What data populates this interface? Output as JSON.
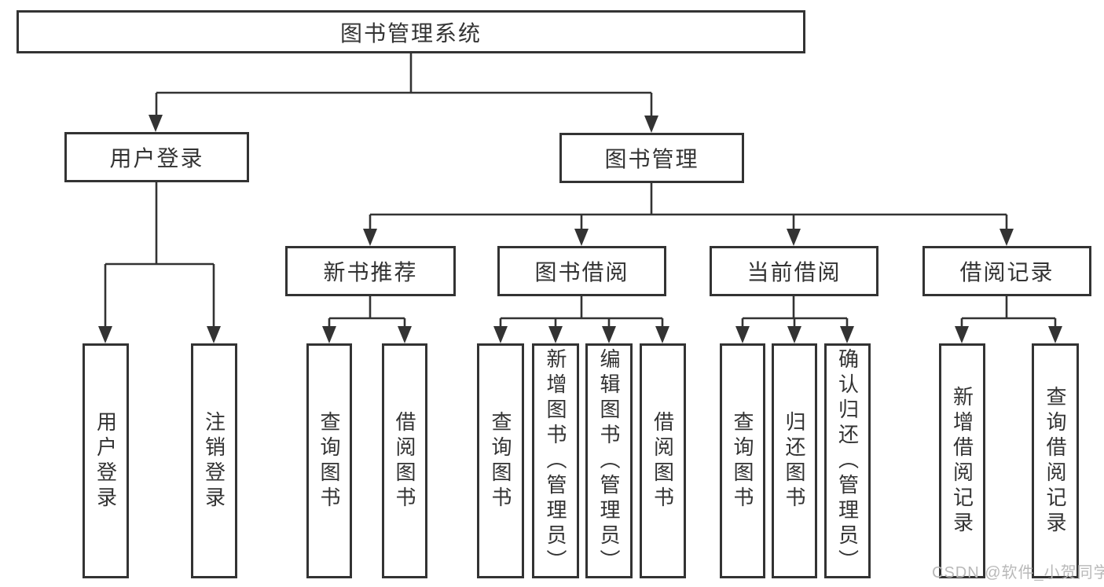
{
  "diagram": {
    "watermark": "CSDN @软件_小贺同学",
    "colors": {
      "line": "#333333",
      "box_border": "#333333",
      "box_background": "#ffffff",
      "text": "#333333",
      "watermark_text": "#b9b9b9"
    },
    "nodes": {
      "root": {
        "label": "图书管理系统"
      },
      "user_login": {
        "label": "用户登录"
      },
      "book_mgmt": {
        "label": "图书管理"
      },
      "new_book_rec": {
        "label": "新书推荐"
      },
      "book_borrow": {
        "label": "图书借阅"
      },
      "current_borrow": {
        "label": "当前借阅"
      },
      "borrow_record": {
        "label": "借阅记录"
      }
    },
    "leaves": [
      {
        "parent": "用户登录",
        "label": "用户登录"
      },
      {
        "parent": "用户登录",
        "label": "注销登录"
      },
      {
        "parent": "新书推荐",
        "label": "查询图书"
      },
      {
        "parent": "新书推荐",
        "label": "借阅图书"
      },
      {
        "parent": "图书借阅",
        "label": "查询图书"
      },
      {
        "parent": "图书借阅",
        "label": "新增图书（管理员）"
      },
      {
        "parent": "图书借阅",
        "label": "编辑图书（管理员）"
      },
      {
        "parent": "图书借阅",
        "label": "借阅图书"
      },
      {
        "parent": "当前借阅",
        "label": "查询图书"
      },
      {
        "parent": "当前借阅",
        "label": "归还图书"
      },
      {
        "parent": "当前借阅",
        "label": "确认归还（管理员）"
      },
      {
        "parent": "借阅记录",
        "label": "新增借阅记录"
      },
      {
        "parent": "借阅记录",
        "label": "查询借阅记录"
      }
    ]
  }
}
